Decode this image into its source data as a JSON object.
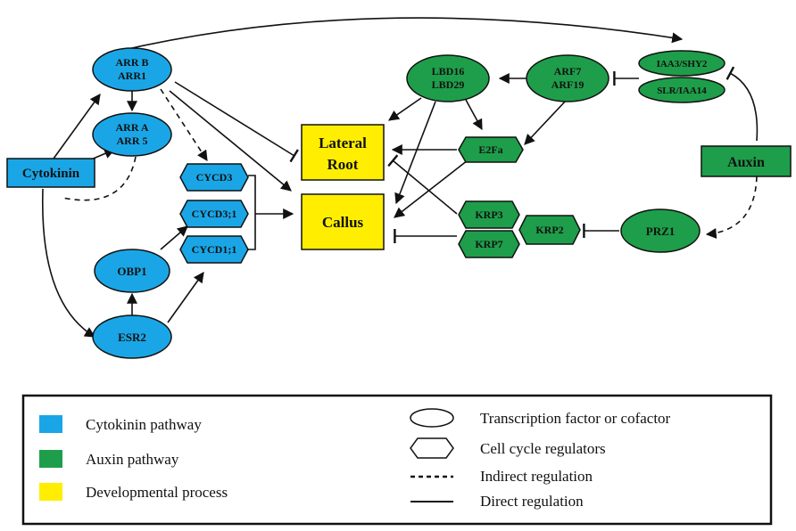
{
  "colors": {
    "cytokinin": "#1aa6e6",
    "auxin": "#1e9e4a",
    "developmental": "#ffee00",
    "stroke": "#111111"
  },
  "nodes": {
    "arrb": [
      "ARR B",
      "ARR1"
    ],
    "arra": [
      "ARR A",
      "ARR 5"
    ],
    "cytokinin": "Cytokinin",
    "cycd3": "CYCD3",
    "cycd3_1": "CYCD3;1",
    "cycd1_1": "CYCD1;1",
    "obp1": "OBP1",
    "esr2": "ESR2",
    "lateral_root": [
      "Lateral",
      "Root"
    ],
    "callus": "Callus",
    "lbd": [
      "LBD16",
      "LBD29"
    ],
    "arf": [
      "ARF7",
      "ARF19"
    ],
    "iaa3": "IAA3/SHY2",
    "slr": "SLR/IAA14",
    "e2fa": "E2Fa",
    "auxin": "Auxin",
    "krp3": "KRP3",
    "krp7": "KRP7",
    "krp2": "KRP2",
    "prz1": "PRZ1"
  },
  "legend": {
    "cytokinin_pathway": "Cytokinin pathway",
    "auxin_pathway": "Auxin pathway",
    "developmental_process": "Developmental process",
    "transcription_factor": "Transcription factor or cofactor",
    "cell_cycle": "Cell cycle regulators",
    "indirect": "Indirect regulation",
    "direct": "Direct regulation"
  }
}
